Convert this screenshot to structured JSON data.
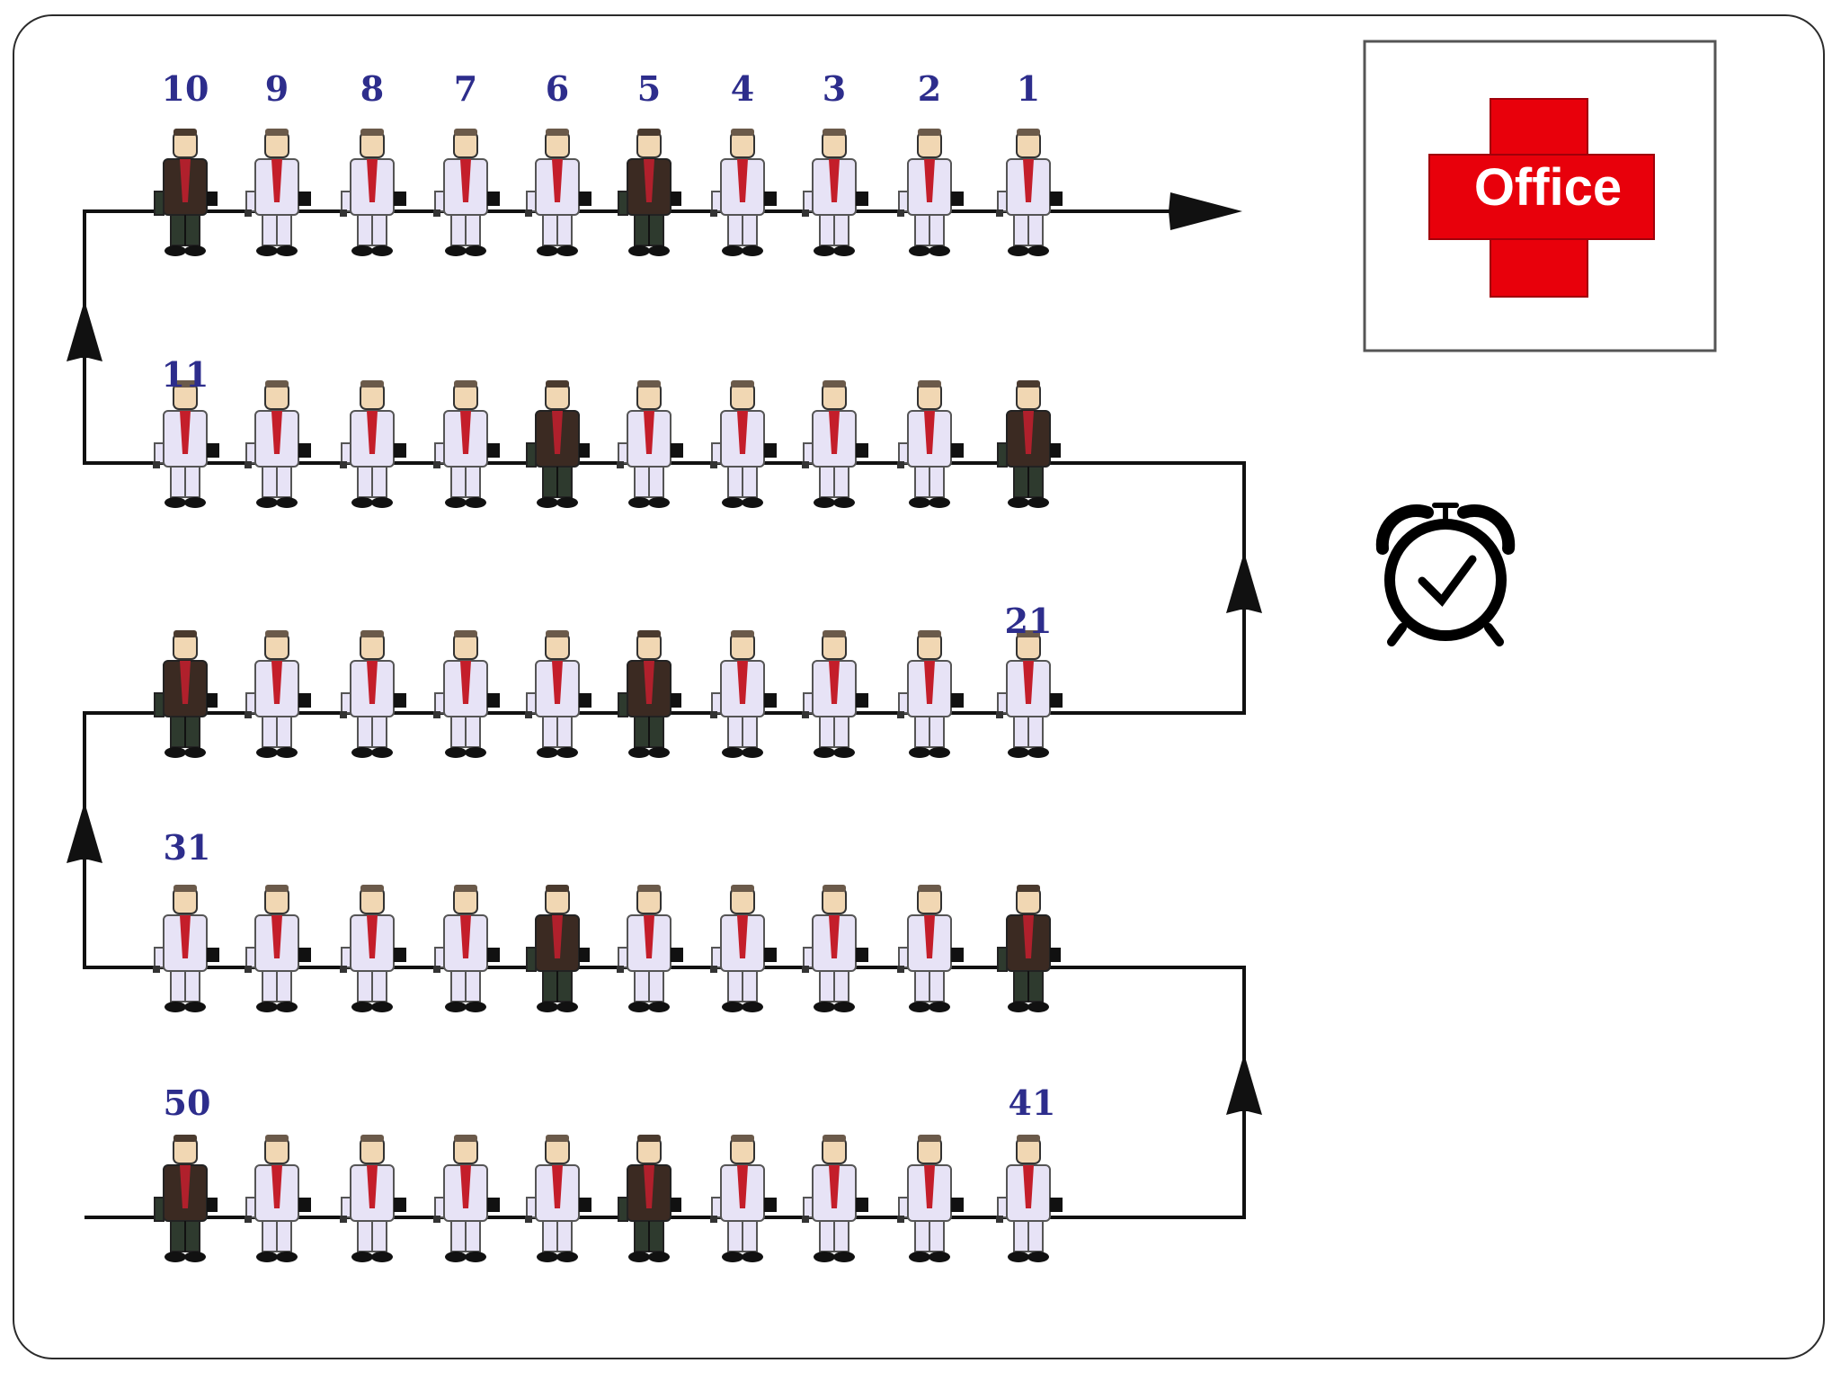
{
  "top_labels": [
    "10",
    "9",
    "8",
    "7",
    "6",
    "5",
    "4",
    "3",
    "2",
    "1"
  ],
  "row_labels": {
    "row2_start": "11",
    "row3_end": "21",
    "row4_start": "31",
    "row5_start": "50",
    "row5_end": "41"
  },
  "office_sign": {
    "label": "Office",
    "color": "#e8000b"
  },
  "queue": {
    "rows": [
      {
        "dark_positions": [
          0,
          5
        ]
      },
      {
        "dark_positions": [
          4,
          9
        ]
      },
      {
        "dark_positions": [
          0,
          5
        ]
      },
      {
        "dark_positions": [
          4,
          9
        ]
      },
      {
        "dark_positions": [
          0,
          5
        ]
      }
    ]
  },
  "icons": [
    "person-icon",
    "arrow-icon",
    "office-cross-icon",
    "alarm-clock-icon"
  ]
}
